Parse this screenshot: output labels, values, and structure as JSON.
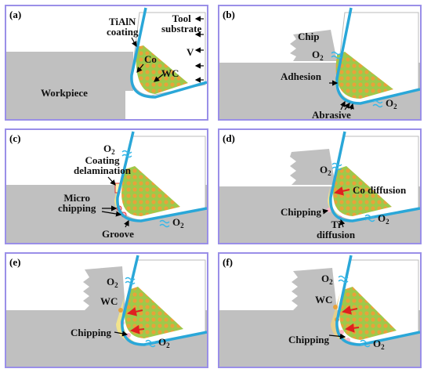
{
  "panels": [
    {
      "tag": "(a)",
      "labels": {
        "tialn": "TiAlN\ncoating",
        "tool_substrate": "Tool\nsubstrate",
        "co": "Co",
        "v": "V",
        "wc": "WC",
        "workpiece": "Workpiece"
      }
    },
    {
      "tag": "(b)",
      "labels": {
        "chip": "Chip",
        "o2a": "O",
        "adhesion": "Adhesion",
        "abrasive": "Abrasive",
        "o2b": "O"
      }
    },
    {
      "tag": "(c)",
      "labels": {
        "o2a": "O",
        "coating_delam": "Coating\ndelamination",
        "micro_chipping": "Micro\nchipping",
        "groove": "Groove",
        "o2b": "O"
      }
    },
    {
      "tag": "(d)",
      "labels": {
        "o2a": "O",
        "co_diffusion": "Co diffusion",
        "chipping": "Chipping",
        "ti_diffusion": "Ti\ndiffusion",
        "o2b": "O"
      }
    },
    {
      "tag": "(e)",
      "labels": {
        "o2a": "O",
        "wc": "WC",
        "chipping": "Chipping",
        "o2b": "O"
      }
    },
    {
      "tag": "(f)",
      "labels": {
        "o2a": "O",
        "wc": "WC",
        "chipping": "Chipping",
        "o2b": "O"
      }
    }
  ],
  "subscript": "2",
  "colors": {
    "panel_border": "#9a8fe8",
    "workpiece": "#c0c0c0",
    "tool_outline": "#2aa7d8",
    "substrate": "#9ec94a",
    "grains": "#e8a23a",
    "oxygen": "#36b7e8",
    "arrow_red": "#e02020"
  }
}
